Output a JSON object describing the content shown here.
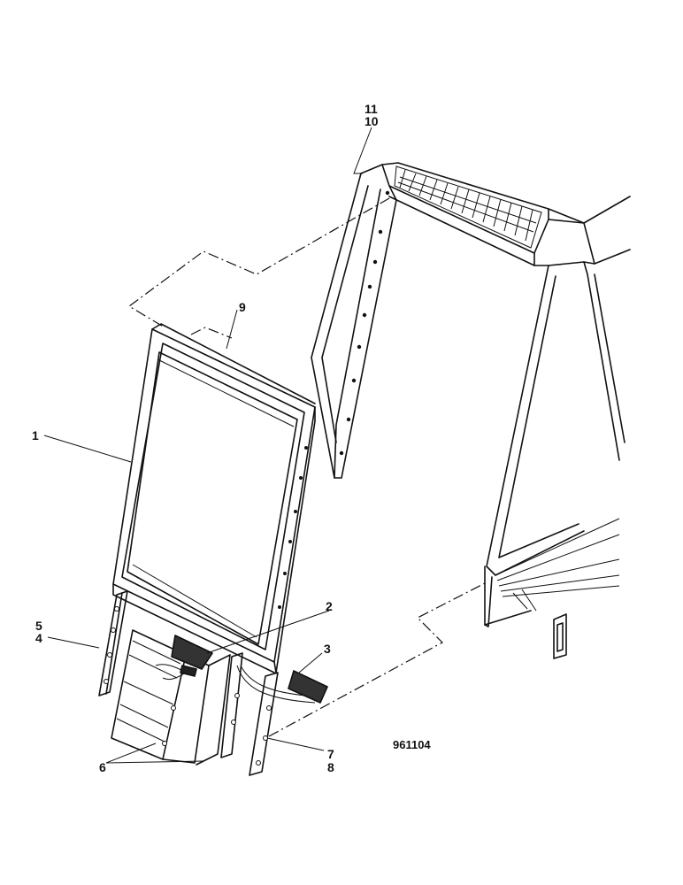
{
  "labels": {
    "l1": "1",
    "l2": "2",
    "l3": "3",
    "l4": "4",
    "l5": "5",
    "l6": "6",
    "l7": "7",
    "l8": "8",
    "l9": "9",
    "l10": "10",
    "l11": "11"
  },
  "drawing_number": "961104"
}
